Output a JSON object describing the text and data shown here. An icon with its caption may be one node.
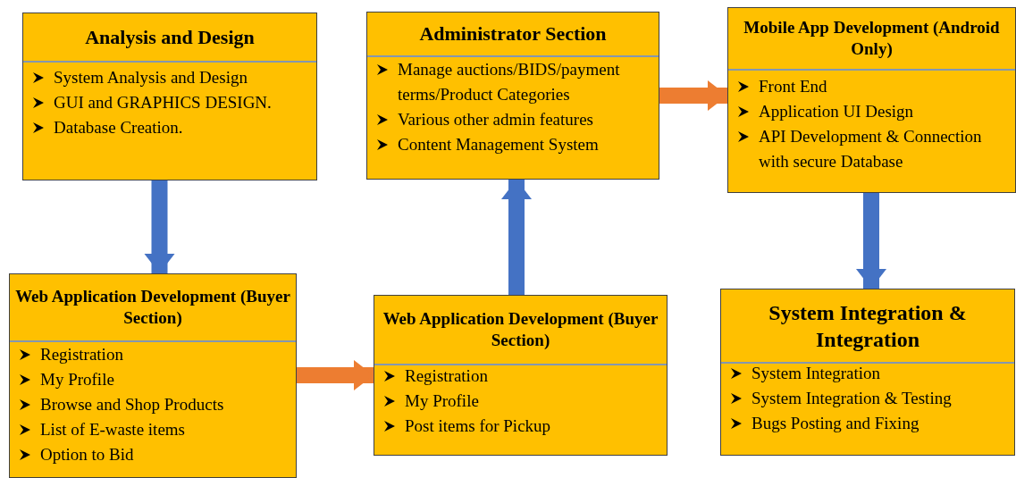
{
  "diagram": {
    "nodes": [
      {
        "text": [
          "Analysis and Design",
          "System Analysis and Design",
          "GUI and GRAPHICS DESIGN.",
          "Database Creation."
        ]
      },
      {
        "text": [
          "Administrator Section",
          "Manage auctions/BIDS/payment terms/Product Categories",
          "Various other admin features",
          "Content Management System"
        ]
      },
      {
        "text": [
          "Mobile App Development (Android Only)",
          "Front End",
          "Application UI Design",
          "API Development & Connection with secure Database"
        ]
      },
      {
        "text": [
          "Web Application Development (Buyer Section)",
          "Registration",
          "My Profile",
          "Browse and Shop Products",
          "List of E-waste items",
          "Option to Bid"
        ]
      },
      {
        "text": [
          "Web Application Development (Buyer Section)",
          "Registration",
          "My Profile",
          "Post items for Pickup"
        ]
      },
      {
        "text": [
          "System Integration & Integration",
          "System Integration",
          "System Integration & Testing",
          "Bugs Posting and Fixing"
        ]
      }
    ],
    "edges": [
      {
        "from": 0,
        "to": 3,
        "arrow": "to"
      },
      {
        "from": 3,
        "to": 4,
        "arrow": "to",
        "color": "#ed7d31"
      },
      {
        "from": 4,
        "to": 1,
        "arrow": "to"
      },
      {
        "from": 1,
        "to": 2,
        "arrow": "to",
        "color": "#ed7d31"
      },
      {
        "from": 2,
        "to": 5,
        "arrow": "to"
      }
    ]
  }
}
